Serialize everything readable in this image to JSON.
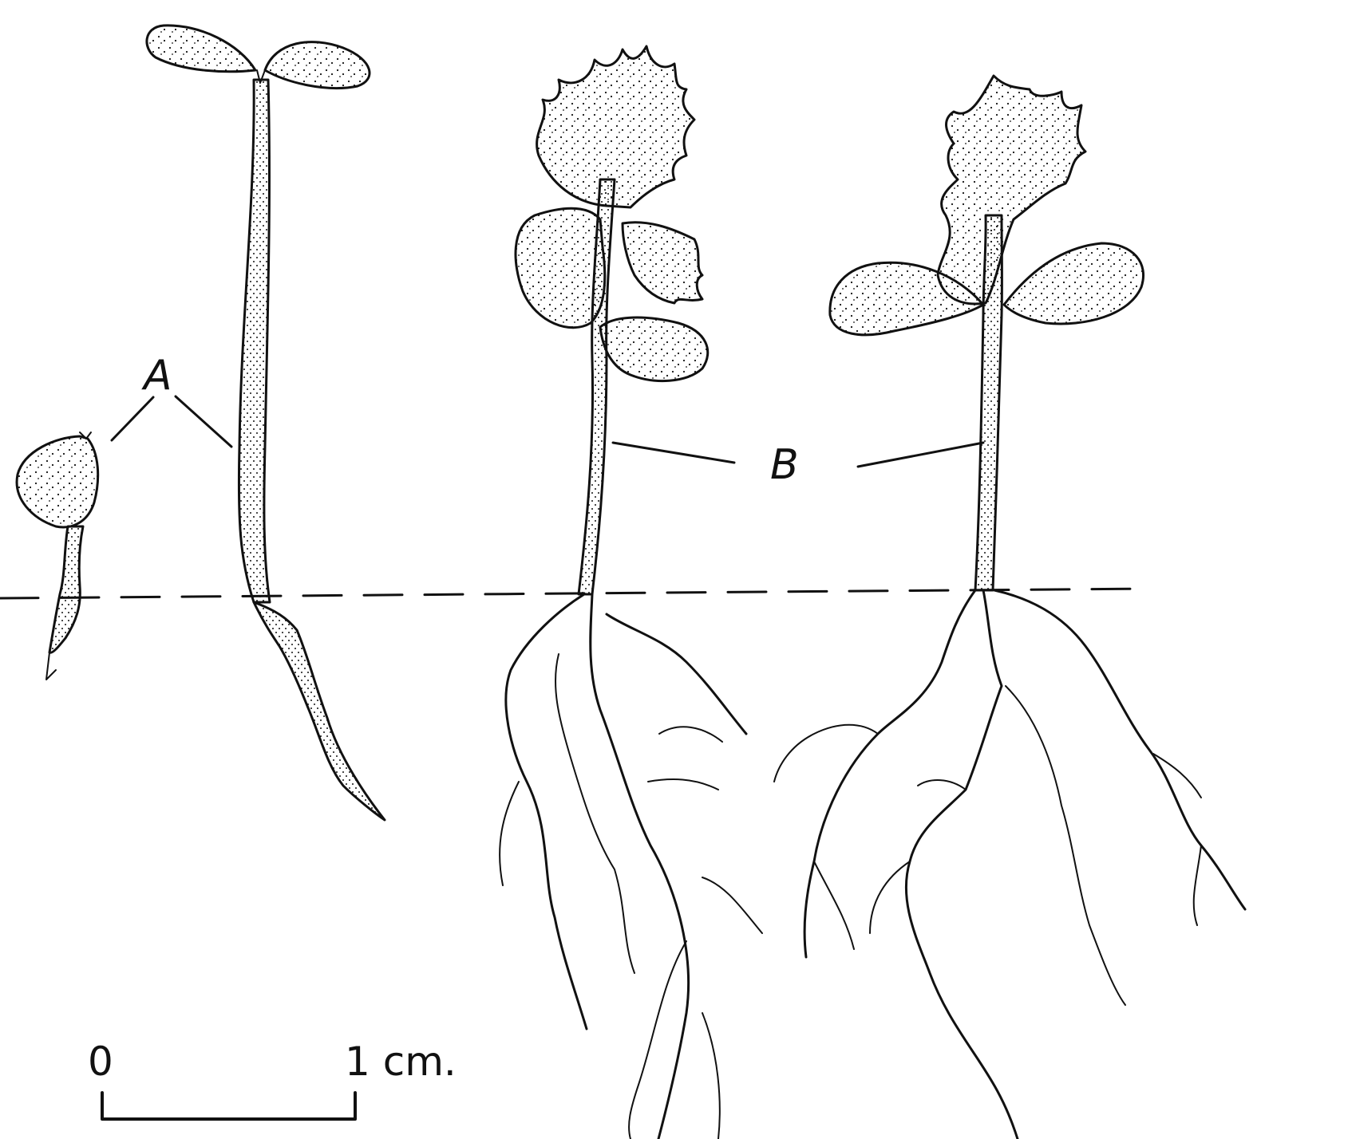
{
  "labels": {
    "a": "A",
    "b": "B"
  },
  "scale_bar": {
    "start": "0",
    "end": "1 cm."
  },
  "colors": {
    "ink": "#111111",
    "paper": "#ffffff"
  }
}
